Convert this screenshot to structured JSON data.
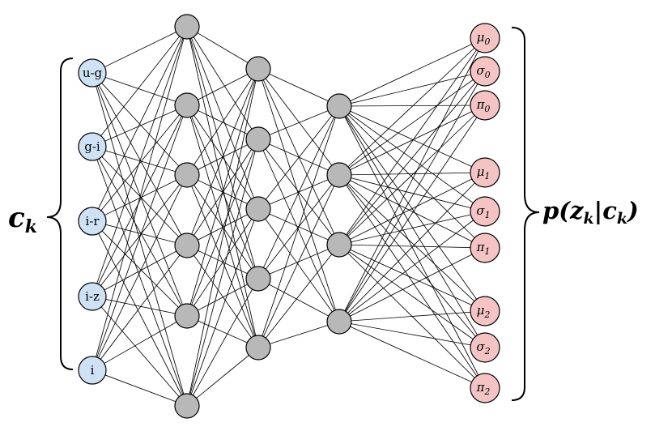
{
  "colors": {
    "input_fill": "#cfe2f5",
    "hidden_fill": "#b8b8b8",
    "output_fill": "#f4c3c3",
    "edge": "#000000"
  },
  "input_label": {
    "base": "c",
    "sub": "k"
  },
  "output_label": {
    "text": "p(z",
    "sub1": "k",
    "mid": "|c",
    "sub2": "k",
    "end": ")"
  },
  "layers": [
    {
      "name": "input",
      "nodes": [
        "u-g",
        "g-i",
        "i-r",
        "i-z",
        "i"
      ]
    },
    {
      "name": "hidden-1",
      "count": 6
    },
    {
      "name": "hidden-2",
      "count": 5
    },
    {
      "name": "hidden-3",
      "count": 4
    },
    {
      "name": "output",
      "nodes": [
        {
          "sym": "μ",
          "sub": "0"
        },
        {
          "sym": "σ",
          "sub": "0"
        },
        {
          "sym": "π",
          "sub": "0"
        },
        {
          "sym": "μ",
          "sub": "1"
        },
        {
          "sym": "σ",
          "sub": "1"
        },
        {
          "sym": "π",
          "sub": "1"
        },
        {
          "sym": "μ",
          "sub": "2"
        },
        {
          "sym": "σ",
          "sub": "2"
        },
        {
          "sym": "π",
          "sub": "2"
        }
      ]
    }
  ]
}
